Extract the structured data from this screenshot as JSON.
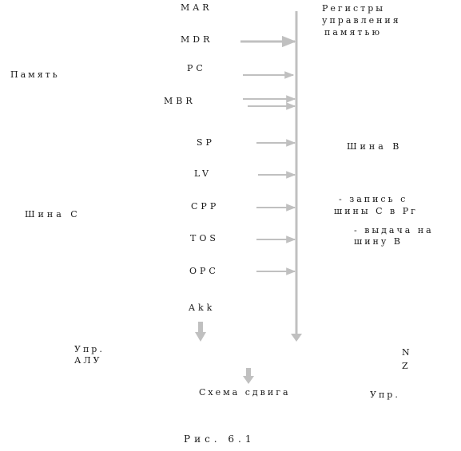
{
  "diagram": {
    "registers": [
      "MAR",
      "MDR",
      "PC",
      "MBR",
      "SP",
      "LV",
      "CPP",
      "TOS",
      "OPC",
      "Akk"
    ],
    "labels": {
      "control_registers_line1": "Регистры",
      "control_registers_line2": "управления",
      "control_registers_line3": "памятью",
      "memory": "Память",
      "bus_b": "Шина В",
      "bus_c": "Шина С",
      "write_from_c_line1": "- запись с",
      "write_from_c_line2": "шины С в Рг",
      "output_to_b_line1": "- выдача на",
      "output_to_b_line2": "шину В",
      "alu_control_line1": "Упр.",
      "alu_control_line2": "АЛУ",
      "flag_n": "N",
      "flag_z": "Z",
      "shifter": "Схема сдвига",
      "control": "Упр.",
      "figure_caption": "Рис. 6.1"
    },
    "colors": {
      "lines": "#c0c0c0",
      "text": "#1a1a1a"
    }
  }
}
